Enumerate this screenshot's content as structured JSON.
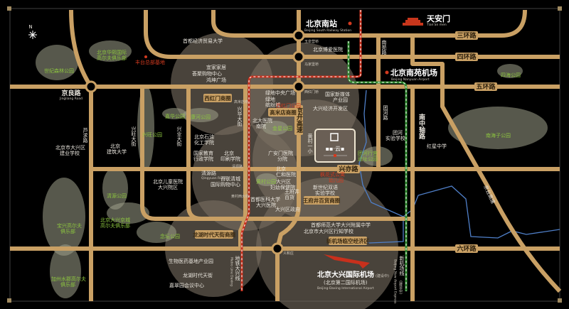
{
  "map": {
    "compass": "N",
    "colors": {
      "road": "#c9a064",
      "background": "#000000",
      "park_text": "#8dc63f",
      "highlight": "#d23a1f",
      "river": "#4f7fc8",
      "zone": "#7a6f63"
    },
    "project_logo": "云府",
    "roads": {
      "ring3": "三环路",
      "ring4": "四环路",
      "ring5": "五环路",
      "ring6": "六环路",
      "xingyi": "兴亦路",
      "jingliang": "京良路",
      "jingliang_en": "Jingliang Road",
      "jingkai": "京开高速",
      "nanyuan": "南苑路",
      "tuanhe": "团河路",
      "nanzhongzhou": "南中轴路",
      "jingtai": "京台高速",
      "luqiu": "芦求路",
      "xingwang": "兴旺大街",
      "xingye": "兴业大街",
      "xinghua": "兴华大街",
      "qingyuan": "清源路",
      "qingyuan_en": "Qingyuan Road"
    },
    "metro": {
      "daxing": "地铁大兴线",
      "daxing_en": "Metro Line Daxing",
      "airport": "新机场线",
      "airport_note": "(建设中)",
      "airport_en": "Beijing New Airport Express"
    },
    "landmarks": {
      "south_station": "北京南站",
      "south_station_en": "Beijing South Railway Station",
      "tiananmen": "天安门",
      "tiananmen_en": "Tian'an men",
      "nanyuan_airport": "北京南苑机场",
      "nanyuan_airport_en": "Beijing Nanyuan Airport",
      "daxing_airport": "北京大兴国际机场",
      "daxing_airport_note": "(建设中)",
      "daxing_airport_alt": "(北京第二国际机场)",
      "daxing_airport_en": "Beijing-Daxing International Airport",
      "fengtai_hq": "丰台总部基地"
    },
    "districts": {
      "xihongmen": "西红门商圈",
      "gaomidian": "高米店商圈",
      "wangfujing": "王府井百货商圈",
      "longhu": "龙湖时代天街商圈",
      "airport_zone": "新机场临空经济区"
    },
    "places": [
      "首都经济贸易大学",
      "宜家家居",
      "荟聚购物中心",
      "鸿坤广场",
      "玉泉营桥",
      "北京博爱医院",
      "马家堡桥",
      "西红门桥",
      "国家新媒体",
      "产业园",
      "大兴经济开发区",
      "绿地中央广场",
      "绿地",
      "缤纷城",
      "北大医院",
      "南院",
      "黄村一小",
      "广安门医院",
      "分院",
      "团河",
      "实验学校",
      "红星中学",
      "北京市大兴区",
      "建业学校",
      "北京",
      "建筑大学",
      "北京石油",
      "化工学院",
      "国家教育",
      "行政学院",
      "北京",
      "印刷学院",
      "北京儿童医院",
      "大兴院区",
      "百联清城",
      "国际购物中心",
      "黄村西大街",
      "北京",
      "仁和医院",
      "大兴区",
      "妇幼保健院",
      "首都医科大学",
      "大兴医院",
      "王府井",
      "百货",
      "大兴区政府",
      "新世纪双语",
      "实验学校",
      "首都师范大学大兴附属中学",
      "北京市大兴区行知学校",
      "生物医药基地产业园",
      "龙湖时代天街",
      "嘉翠园会议中心",
      "高米店南",
      "清源路",
      "义和庄"
    ],
    "red_places": [
      "西红门公园",
      "枫花式公寓",
      "幼儿园"
    ],
    "parks": [
      "世纪森林公园",
      "北京华熙国际",
      "高尔夫俱乐部",
      "嘉华公园",
      "康河公园",
      "兴旺公园",
      "金星公园",
      "黄村公园",
      "团河行宫",
      "遗址公园",
      "南海子公园",
      "四海公园",
      "清源公园",
      "北京大兴京城",
      "高尔夫俱乐部",
      "念坛公园",
      "宝兴高尔夫",
      "俱乐部",
      "加州水郡高尔夫",
      "俱乐部"
    ]
  }
}
